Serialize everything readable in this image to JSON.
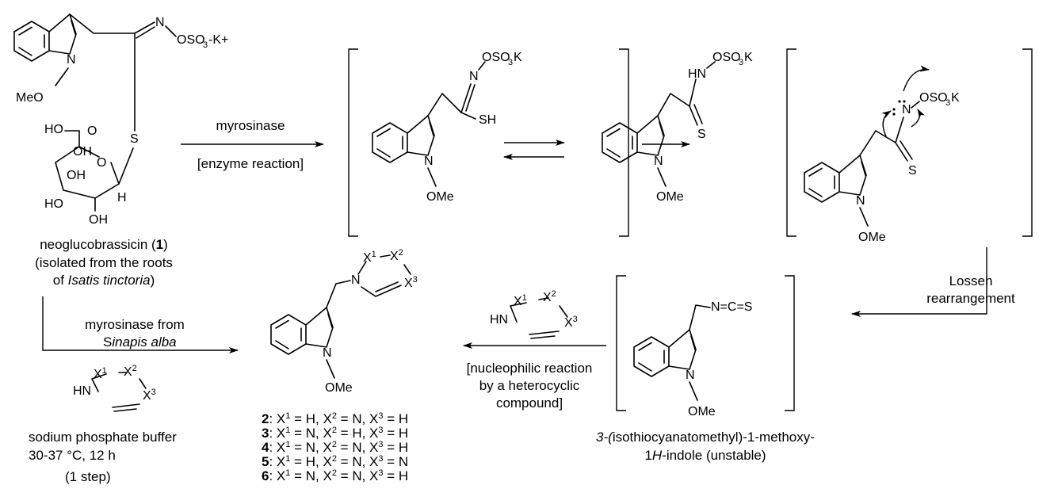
{
  "compound1": {
    "name": "neoglucobrassicin (",
    "num": "1",
    "name_end": ")",
    "source_pre": "(isolated from the roots",
    "source_of": "of ",
    "source_species": "Isatis tinctoria",
    "source_end": ")"
  },
  "step1": {
    "reagent": "myrosinase",
    "condition": "[enzyme reaction]"
  },
  "lossen": {
    "line1": "Lossen",
    "line2": "rearrangement"
  },
  "nucleophilic": {
    "line1": "[nucleophilic reaction",
    "line2": "by a heterocyclic",
    "line3": "compound]"
  },
  "isothiocyanate": {
    "name1_italic": "3-(",
    "name1": "isothiocyanatomethyl)-1-methoxy-",
    "name2_a": "1",
    "name2_b": "H",
    "name2_c": "-indole (unstable)"
  },
  "direct": {
    "reagent1": "myrosinase from",
    "reagent2_a": "S",
    "reagent2_b": "inapis alba",
    "buffer": "sodium phosphate buffer",
    "temp": "30-37 °C, 12 h",
    "steps": "(1 step)"
  },
  "products": [
    {
      "num": "2",
      "x1": "H",
      "x2": "N",
      "x3": "H"
    },
    {
      "num": "3",
      "x1": "N",
      "x2": "H",
      "x3": "H"
    },
    {
      "num": "4",
      "x1": "N",
      "x2": "N",
      "x3": "H"
    },
    {
      "num": "5",
      "x1": "H",
      "x2": "N",
      "x3": "N"
    },
    {
      "num": "6",
      "x1": "N",
      "x2": "N",
      "x3": "H"
    }
  ],
  "atoms": {
    "n": "N",
    "s": "S",
    "sh": "SH",
    "hn": "HN",
    "meo": "MeO",
    "ome": "OMe",
    "o": "O",
    "oh": "OH",
    "ho": "HO",
    "h": "H",
    "osk": "OSO",
    "k": "K",
    "kplus": "-K+",
    "ncs": "N=C=S",
    "x": "X",
    "one": "1",
    "two": "2",
    "three": "3"
  }
}
